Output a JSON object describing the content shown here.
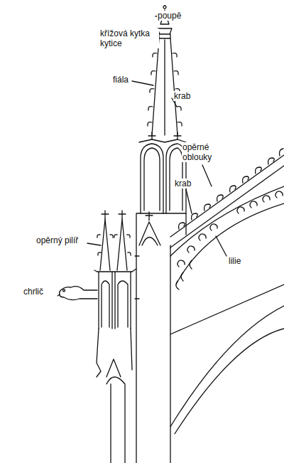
{
  "diagram": {
    "labels": [
      "poupě",
      "křížová kytka kytice",
      "fiála",
      "krab",
      "opěrné oblouky",
      "krab",
      "lilie",
      "opěrný pilíř",
      "chrlič"
    ]
  }
}
